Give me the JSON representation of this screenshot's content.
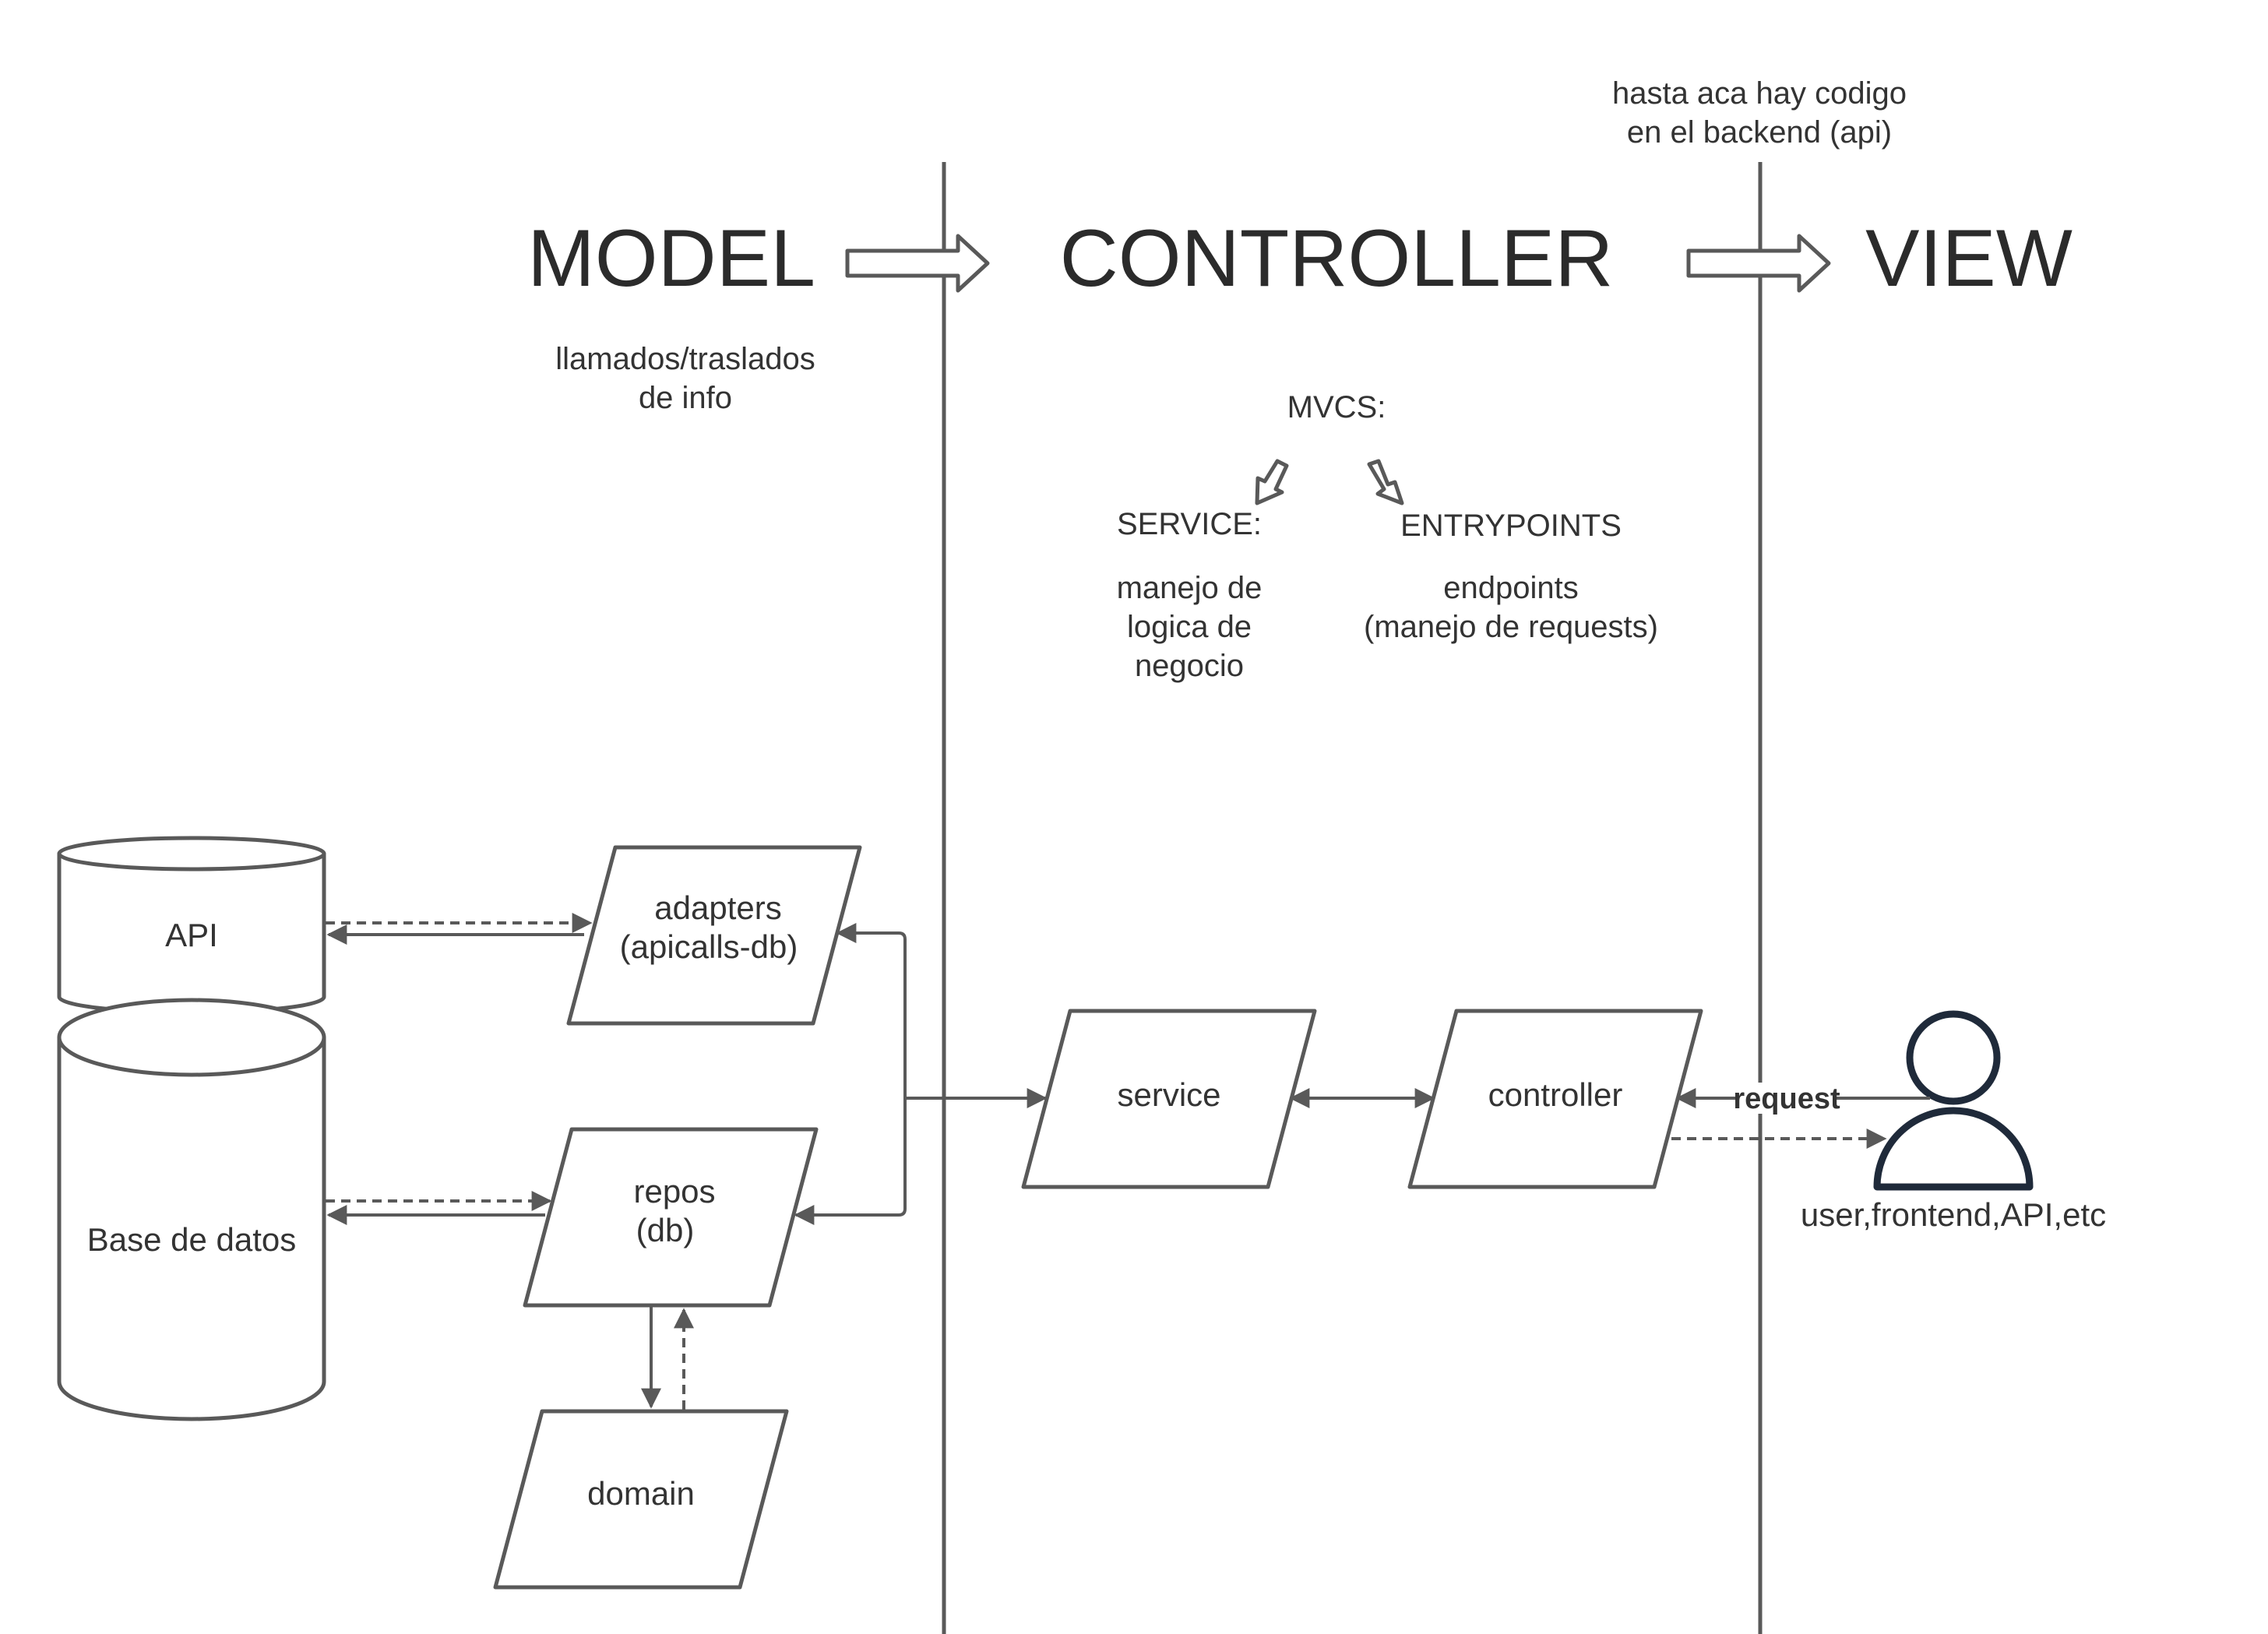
{
  "headers": {
    "model": "MODEL",
    "controller": "CONTROLLER",
    "view": "VIEW"
  },
  "notes": {
    "backend_line1": "hasta aca hay codigo",
    "backend_line2": "en el backend (api)",
    "model_line1": "llamados/traslados",
    "model_line2": "de info",
    "mvcs": "MVCS:",
    "service_title": "SERVICE:",
    "service_line1": "manejo de",
    "service_line2": "logica de",
    "service_line3": "negocio",
    "entrypoints_title": "ENTRYPOINTS",
    "entrypoints_line1": "endpoints",
    "entrypoints_line2": "(manejo de requests)"
  },
  "nodes": {
    "api": "API",
    "database": "Base de datos",
    "adapters_line1": "adapters",
    "adapters_line2": "(apicalls-db)",
    "repos_line1": "repos",
    "repos_line2": "(db)",
    "domain": "domain",
    "service": "service",
    "controller": "controller",
    "user": "user,frontend,API,etc"
  },
  "edges": {
    "request_label": "request"
  },
  "colors": {
    "stroke": "#595959",
    "text": "#333333",
    "user_icon": "#1f2a3a"
  }
}
